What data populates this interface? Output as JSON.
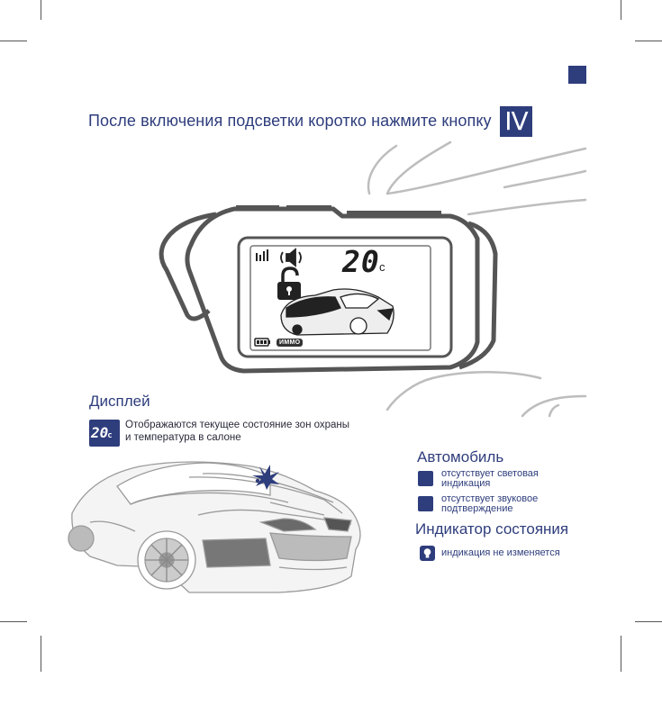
{
  "instruction": {
    "text": "После включения подсветки коротко нажмите кнопку",
    "button_label": "IV"
  },
  "lcd": {
    "temperature": "20",
    "temperature_unit": "c",
    "immo_label": "ИММО"
  },
  "display_section": {
    "title": "Дисплей",
    "badge_value": "20",
    "badge_unit": "c",
    "description_line1": "Отображаются текущее состояние зон охраны",
    "description_line2": "и температура в салоне"
  },
  "car_section": {
    "title": "Автомобиль",
    "items": [
      {
        "line1": "отсутствует световая",
        "line2": "индикация"
      },
      {
        "line1": "отсутствует звуковое",
        "line2": "подтверждение"
      }
    ]
  },
  "status_section": {
    "title": "Индикатор состояния",
    "items": [
      {
        "icon": "bulb-icon",
        "text": "индикация не изменяется"
      }
    ]
  },
  "colors": {
    "brand_blue": "#2e3d7c",
    "outline_gray": "#555555"
  }
}
